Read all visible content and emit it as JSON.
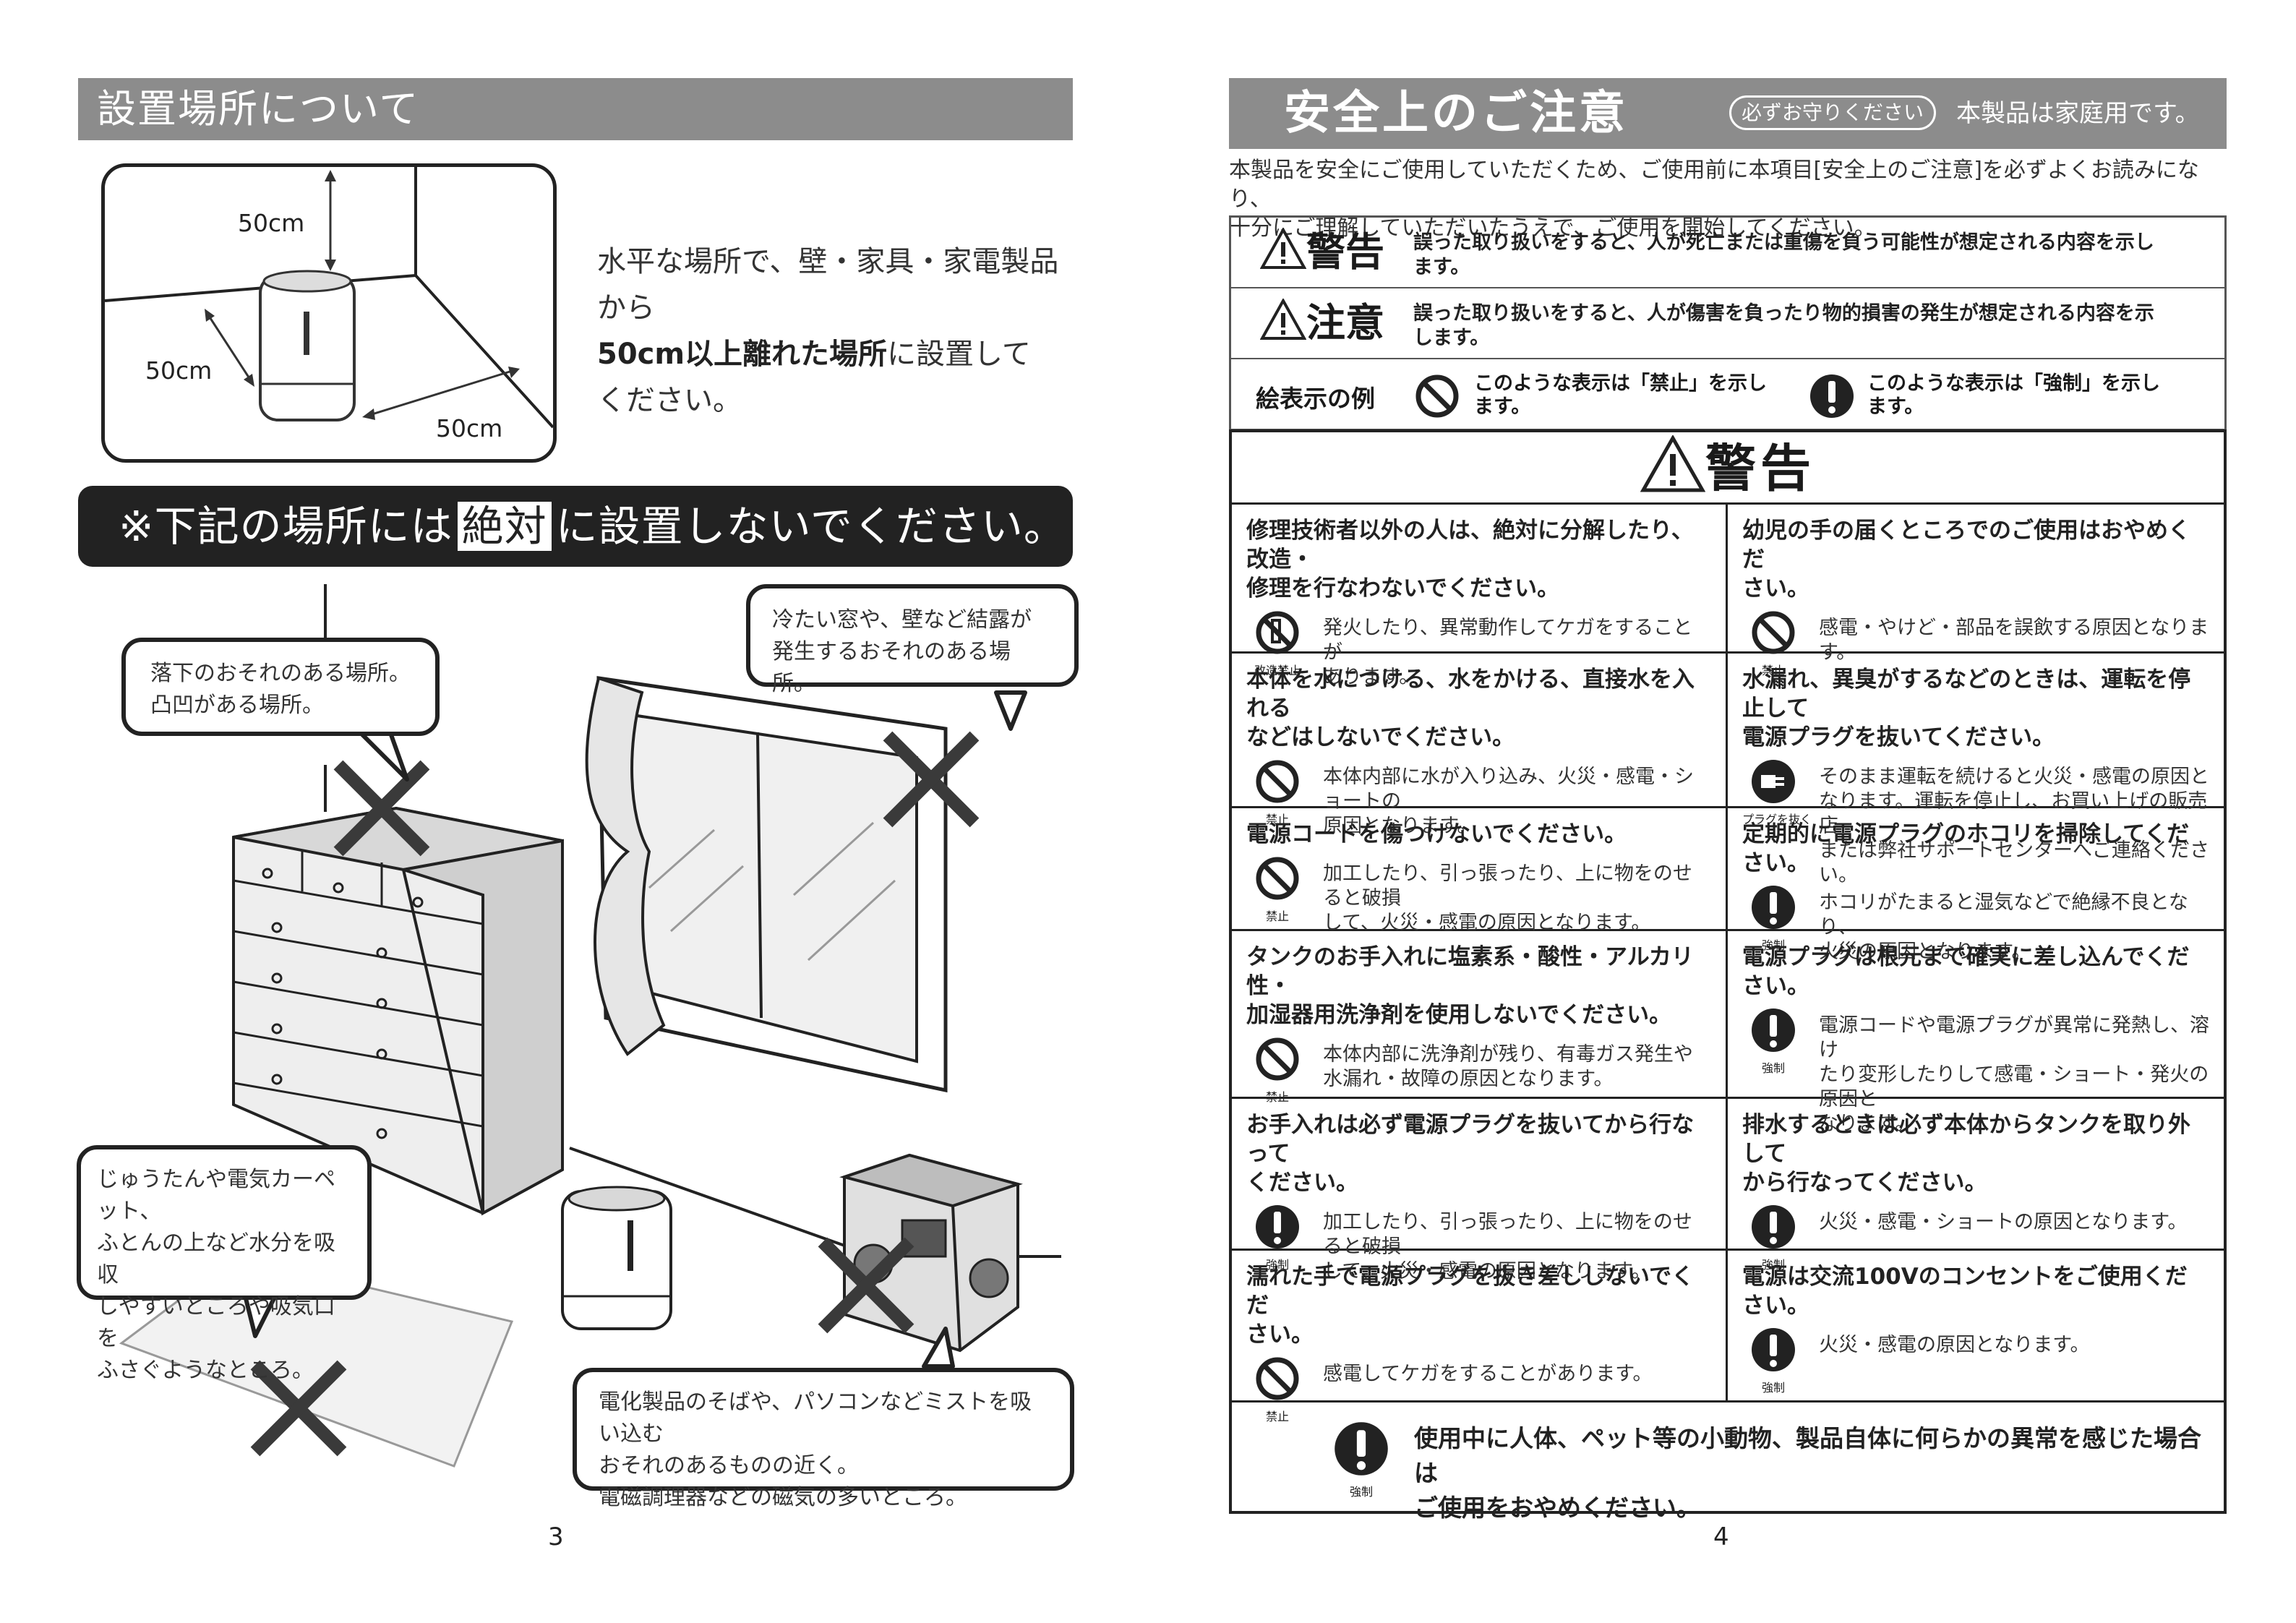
{
  "left_page": {
    "section_title": "設置場所について",
    "distance_labels": {
      "top": "50cm",
      "left": "50cm",
      "right": "50cm"
    },
    "intro_line1": "水平な場所で、壁・家具・家電製品から",
    "intro_bold": "50cm以上離れた場所",
    "intro_line2_rest": "に設置して",
    "intro_line3": "ください。",
    "banner_pre": "※下記の場所には",
    "banner_highlight": "絶対",
    "banner_post": "に設置しないでください。",
    "bubbles": {
      "fall": [
        "落下のおそれのある場所。",
        "凸凹がある場所。"
      ],
      "window": [
        "冷たい窓や、壁など結露が",
        "発生するおそれのある場所。"
      ],
      "carpet": [
        "じゅうたんや電気カーペット、",
        "ふとんの上など水分を吸収",
        "しやすいところや吸気口を",
        "ふさぐようなところ。"
      ],
      "electronics": [
        "電化製品のそばや、パソコンなどミストを吸い込む",
        "おそれのあるものの近く。",
        "電磁調理器などの磁気の多いところ。"
      ]
    },
    "page_number": "3"
  },
  "right_page": {
    "title": "安全上のご注意",
    "pill": "必ずお守りください",
    "home_use_note": "本製品は家庭用です。",
    "intro": [
      "本製品を安全にご使用していただくため、ご使用前に本項目[安全上のご注意]を必ずよくお読みになり、",
      "十分にご理解していただいたうえで、ご使用を開始してください。"
    ],
    "legend": {
      "warning_label": "警告",
      "warning_desc": [
        "誤った取り扱いをすると、人が死亡または重傷を負う可能性が想定される内容を示し",
        "ます。"
      ],
      "caution_label": "注意",
      "caution_desc": [
        "誤った取り扱いをすると、人が傷害を負ったり物的損害の発生が想定される内容を示",
        "します。"
      ],
      "example_label": "絵表示の例",
      "prohibit_desc": [
        "このような表示は「禁止」を示し",
        "ます。"
      ],
      "mandatory_desc": [
        "このような表示は「強制」を示し",
        "ます。"
      ]
    },
    "table_title": "警告",
    "cells": [
      {
        "heading": [
          "修理技術者以外の人は、絶対に分解したり、改造・",
          "修理を行なわないでください。"
        ],
        "icon": "no-disassembly-icon",
        "caption": "改造禁止",
        "text": [
          "発火したり、異常動作してケガをすることが",
          "あります。"
        ]
      },
      {
        "heading": [
          "幼児の手の届くところでのご使用はおやめくだ",
          "さい。"
        ],
        "icon": "prohibited-icon",
        "caption": "禁止",
        "text": [
          "感電・やけど・部品を誤飲する原因となります。"
        ]
      },
      {
        "heading": [
          "本体を水につける、水をかける、直接水を入れる",
          "などはしないでください。"
        ],
        "icon": "prohibited-icon",
        "caption": "禁止",
        "text": [
          "本体内部に水が入り込み、火災・感電・ショートの",
          "原因となります。"
        ]
      },
      {
        "heading": [
          "水漏れ、異臭がするなどのときは、運転を停止して",
          "電源プラグを抜いてください。"
        ],
        "icon": "unplug-icon",
        "caption": "プラグを抜く",
        "text": [
          "そのまま運転を続けると火災・感電の原因と",
          "なります。運転を停止し、お買い上げの販売店",
          "または弊社サポートセンターへご連絡ください。"
        ]
      },
      {
        "heading": [
          "電源コードを傷つけないでください。"
        ],
        "icon": "prohibited-icon",
        "caption": "禁止",
        "text": [
          "加工したり、引っ張ったり、上に物をのせると破損",
          "して、火災・感電の原因となります。"
        ]
      },
      {
        "heading": [
          "定期的に電源プラグのホコリを掃除してください。"
        ],
        "icon": "mandatory-icon",
        "caption": "強制",
        "text": [
          "ホコリがたまると湿気などで絶縁不良となり、",
          "火災の原因となります。"
        ]
      },
      {
        "heading": [
          "タンクのお手入れに塩素系・酸性・アルカリ性・",
          "加湿器用洗浄剤を使用しないでください。"
        ],
        "icon": "prohibited-icon",
        "caption": "禁止",
        "text": [
          "本体内部に洗浄剤が残り、有毒ガス発生や",
          "水漏れ・故障の原因となります。"
        ]
      },
      {
        "heading": [
          "電源プラグは根元まで確実に差し込んでください。"
        ],
        "icon": "mandatory-icon",
        "caption": "強制",
        "text": [
          "電源コードや電源プラグが異常に発熱し、溶け",
          "たり変形したりして感電・ショート・発火の原因と",
          "なります。"
        ]
      },
      {
        "heading": [
          "お手入れは必ず電源プラグを抜いてから行なって",
          "ください。"
        ],
        "icon": "mandatory-icon",
        "caption": "強制",
        "text": [
          "加工したり、引っ張ったり、上に物をのせると破損",
          "して、火災・感電の原因となります。"
        ]
      },
      {
        "heading": [
          "排水するときは必ず本体からタンクを取り外して",
          "から行なってください。"
        ],
        "icon": "mandatory-icon",
        "caption": "強制",
        "text": [
          "火災・感電・ショートの原因となります。"
        ]
      },
      {
        "heading": [
          "濡れた手で電源プラグを抜き差ししないでくだ",
          "さい。"
        ],
        "icon": "prohibited-icon",
        "caption": "禁止",
        "text": [
          "感電してケガをすることがあります。"
        ]
      },
      {
        "heading": [
          "電源は交流100Vのコンセントをご使用ください。"
        ],
        "icon": "mandatory-icon",
        "caption": "強制",
        "text": [
          "火災・感電の原因となります。"
        ]
      }
    ],
    "footer": {
      "icon": "mandatory-icon",
      "caption": "強制",
      "text": [
        "使用中に人体、ペット等の小動物、製品自体に何らかの異常を感じた場合は",
        "ご使用をおやめください。"
      ]
    },
    "page_number": "4"
  },
  "colors": {
    "header_gray": "#8c8c8c",
    "banner_black": "#222222",
    "x_mark": "#3a3a3a"
  }
}
